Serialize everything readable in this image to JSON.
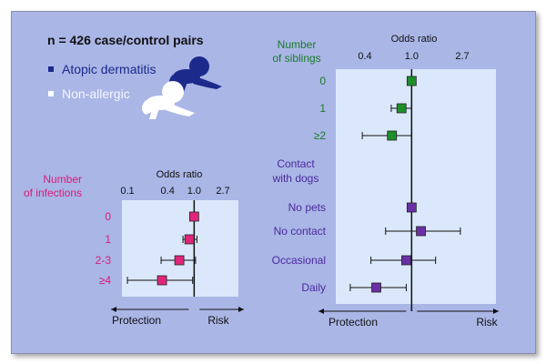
{
  "header": {
    "title": "n = 426 case/control pairs"
  },
  "legend": {
    "items": [
      {
        "label": "Atopic dermatitis",
        "color": "#1c2a8c"
      },
      {
        "label": "Non-allergic",
        "color": "#ffffff"
      }
    ]
  },
  "chart_data": [
    {
      "type": "forest",
      "xlabel": "Odds ratio",
      "xscale": "log",
      "ticks": [
        0.1,
        0.4,
        1.0,
        2.7
      ],
      "tick_labels": [
        "0.1",
        "0.4",
        "1.0",
        "2.7"
      ],
      "reference_line": 1.0,
      "group_title": "Number of infections",
      "group_title_lines": [
        "Number",
        "of infections"
      ],
      "rows": [
        {
          "label": "0",
          "or": 1.0,
          "lo": 1.0,
          "hi": 1.0
        },
        {
          "label": "1",
          "or": 0.85,
          "lo": 0.68,
          "hi": 1.1
        },
        {
          "label": "2-3",
          "or": 0.6,
          "lo": 0.32,
          "hi": 1.05
        },
        {
          "label": "≥4",
          "or": 0.33,
          "lo": 0.1,
          "hi": 0.95
        }
      ],
      "axis_arrows": {
        "left": "Protection",
        "right": "Risk"
      },
      "marker_color": "#e0267a",
      "label_color": "#d81b7a"
    },
    {
      "type": "forest",
      "xlabel": "Odds ratio",
      "xscale": "log",
      "ticks": [
        0.4,
        1.0,
        2.7
      ],
      "tick_labels": [
        "0.4",
        "1.0",
        "2.7"
      ],
      "reference_line": 1.0,
      "groups": [
        {
          "title": "Number of siblings",
          "title_lines": [
            "Number",
            "of siblings"
          ],
          "color": "#1a7a2a",
          "marker_color": "#1f8f2c",
          "rows": [
            {
              "label": "0",
              "or": 1.0,
              "lo": 1.0,
              "hi": 1.0
            },
            {
              "label": "1",
              "or": 0.82,
              "lo": 0.67,
              "hi": 1.0
            },
            {
              "label": "≥2",
              "or": 0.68,
              "lo": 0.38,
              "hi": 1.0
            }
          ]
        },
        {
          "title": "Contact with dogs",
          "title_lines": [
            "Contact",
            "with dogs"
          ],
          "color": "#4a2a9c",
          "marker_color": "#6a2fa6",
          "rows": [
            {
              "label": "No pets",
              "or": 1.0,
              "lo": 1.0,
              "hi": 1.0
            },
            {
              "label": "No contact",
              "or": 1.2,
              "lo": 0.6,
              "hi": 2.6
            },
            {
              "label": "Occasional",
              "or": 0.9,
              "lo": 0.45,
              "hi": 1.6
            },
            {
              "label": "Daily",
              "or": 0.5,
              "lo": 0.3,
              "hi": 0.9
            }
          ]
        }
      ],
      "axis_arrows": {
        "left": "Protection",
        "right": "Risk"
      }
    }
  ]
}
